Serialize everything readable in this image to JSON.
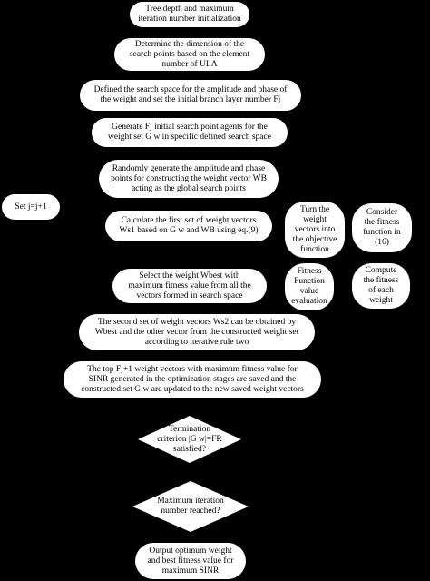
{
  "colors": {
    "background": "#000000",
    "node_fill": "#ffffff",
    "text": "#000000"
  },
  "nodes": {
    "init": "Tree depth and maximum\niteration number initialization",
    "dimension": "Determine the dimension of the\nsearch points based on the element\nnumber of ULA",
    "search_space": "Defined the search space for the amplitude and phase of\nthe weight and set the initial branch layer number Fj",
    "generate_agents": "Generate Fj initial search point agents for the\nweight set  G w  in specific defined search space",
    "random_generate": "Randomly generate the amplitude and phase\npoints for constructing the weight vector WB\nacting as the global search points",
    "set_j": "Set j=j+1",
    "calc_first_set": "Calculate the first set of weight vectors\nWs1 based on G w and WB using eq.(9)",
    "select_best": "Select the weight Wbest with\nmaximum fitness value from all the\nvectors formed in search space",
    "second_set": "The second set of weight vectors Ws2 can be obtained by\nWbest and the other vector from the constructed weight set\naccording to iterative rule two",
    "top_fj": "The top Fj+1  weight vectors with maximum fitness value for\nSINR generated in the optimization stages are saved and  the\nconstructed set  G w  are updated to the new saved weight vectors",
    "turn_weight": "Turn the\nweight\nvectors into\nthe objective\nfunction",
    "consider_fitness": "Consider\nthe fitness\nfunction in\n(16)",
    "fitness_eval": "Fitness\nFunction\nvalue\nevaluation",
    "compute_fitness": "Compute\nthe fitness\nof each\nweight",
    "output": "Output optimum weight\nand best fitness value for\nmaximum SINR"
  },
  "decisions": {
    "termination": "Termination\ncriterion |G w|=FR\nsatisfied?",
    "max_iteration": "Maximum iteration\nnumber reached?"
  }
}
